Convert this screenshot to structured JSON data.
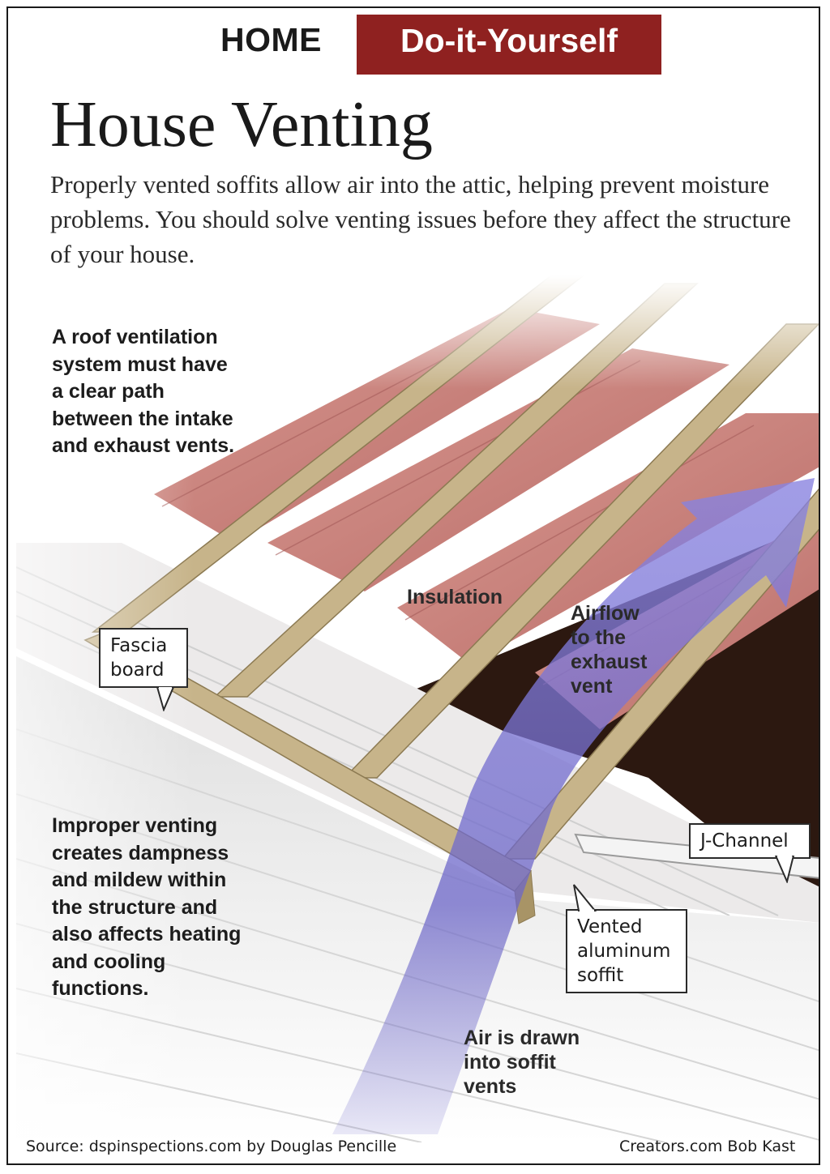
{
  "header": {
    "kicker": "HOME",
    "section": "Do-it-Yourself",
    "section_color": "#8f2120"
  },
  "title": "House Venting",
  "intro": "Properly vented soffits allow air into the attic, helping prevent moisture problems. You should solve venting issues before they affect the structure of your house.",
  "notes": {
    "top": "A roof ventilation\nsystem must have\na clear path\nbetween the intake\nand exhaust vents.",
    "bottom": "Improper venting\ncreates dampness\nand mildew within\nthe structure and\nalso affects heating\nand cooling\nfunctions."
  },
  "labels": {
    "fascia": "Fascia\nboard",
    "insulation": "Insulation",
    "airflow": "Airflow\nto the\nexhaust\nvent",
    "jchannel": "J-Channel",
    "soffit": "Vented\naluminum\nsoffit",
    "air_drawn": "Air is drawn\ninto soffit\nvents"
  },
  "footer": {
    "source": "Source: dspinspections.com by Douglas Pencille",
    "credit": "Creators.com Bob Kast"
  },
  "colors": {
    "insulation": "#c98480",
    "rafter": "#c7b48a",
    "airflow": "#7a74d0",
    "attic": "#2c1810"
  }
}
